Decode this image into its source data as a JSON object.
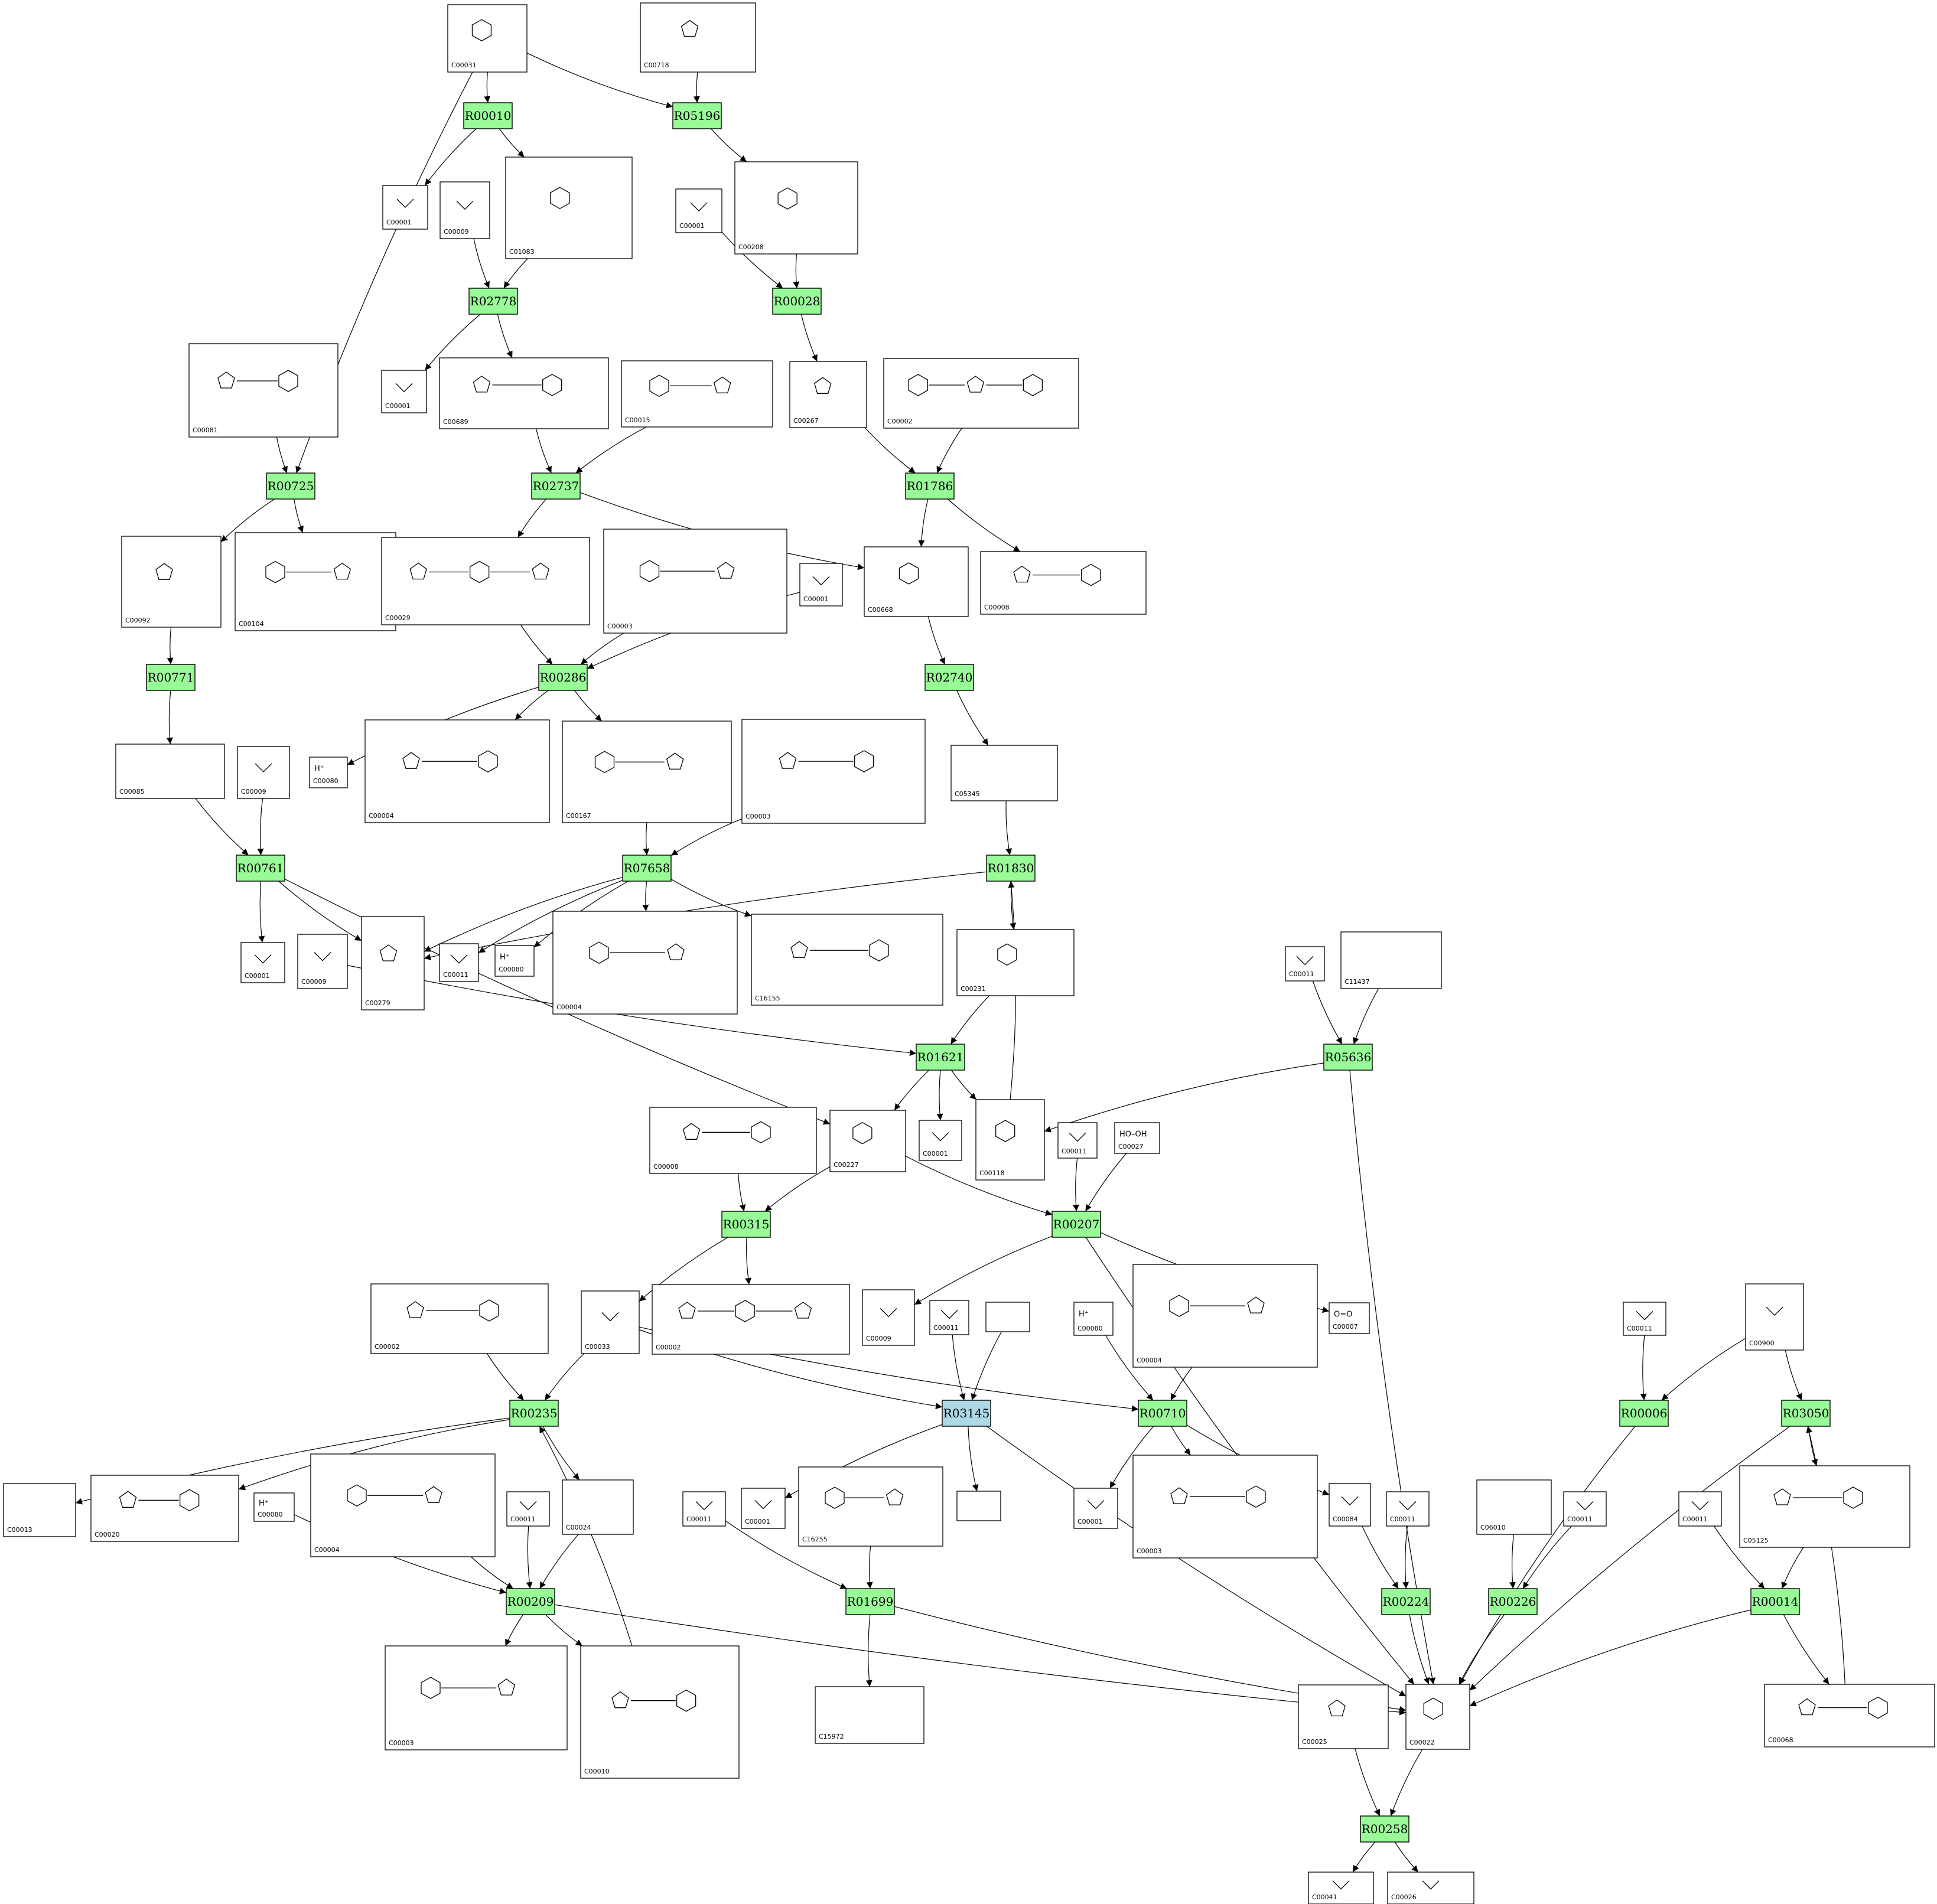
{
  "colors": {
    "reaction": "#98fb98",
    "reaction_highlight": "#add8e6",
    "edge": "#000000"
  },
  "reactions": [
    {
      "id": "R00010",
      "label": "R00010"
    },
    {
      "id": "R05196",
      "label": "R05196"
    },
    {
      "id": "R02778",
      "label": "R02778"
    },
    {
      "id": "R00028",
      "label": "R00028"
    },
    {
      "id": "R00725",
      "label": "R00725"
    },
    {
      "id": "R02737",
      "label": "R02737"
    },
    {
      "id": "R01786",
      "label": "R01786"
    },
    {
      "id": "R00771",
      "label": "R00771"
    },
    {
      "id": "R00286",
      "label": "R00286"
    },
    {
      "id": "R02740",
      "label": "R02740"
    },
    {
      "id": "R00761",
      "label": "R00761"
    },
    {
      "id": "R07658",
      "label": "R07658"
    },
    {
      "id": "R01830",
      "label": "R01830"
    },
    {
      "id": "R01621",
      "label": "R01621"
    },
    {
      "id": "R05636",
      "label": "R05636"
    },
    {
      "id": "R00315",
      "label": "R00315"
    },
    {
      "id": "R00207",
      "label": "R00207"
    },
    {
      "id": "R00235",
      "label": "R00235"
    },
    {
      "id": "R03145",
      "label": "R03145",
      "highlight": true
    },
    {
      "id": "R00710",
      "label": "R00710"
    },
    {
      "id": "R00006",
      "label": "R00006"
    },
    {
      "id": "R03050",
      "label": "R03050"
    },
    {
      "id": "R00209",
      "label": "R00209"
    },
    {
      "id": "R01699",
      "label": "R01699"
    },
    {
      "id": "R00224",
      "label": "R00224"
    },
    {
      "id": "R00226",
      "label": "R00226"
    },
    {
      "id": "R00014",
      "label": "R00014"
    },
    {
      "id": "R00258",
      "label": "R00258"
    }
  ],
  "compounds": [
    {
      "id": "c00031a",
      "cid": "C00031"
    },
    {
      "id": "c00718",
      "cid": "C00718"
    },
    {
      "id": "c00001a",
      "cid": "C00001"
    },
    {
      "id": "c00009a",
      "cid": "C00009"
    },
    {
      "id": "c01083",
      "cid": "C01083"
    },
    {
      "id": "c00001b",
      "cid": "C00001"
    },
    {
      "id": "c00208",
      "cid": "C00208"
    },
    {
      "id": "c00081",
      "cid": "C00081"
    },
    {
      "id": "c00001c",
      "cid": "C00001"
    },
    {
      "id": "c00689",
      "cid": "C00689"
    },
    {
      "id": "c00015",
      "cid": "C00015"
    },
    {
      "id": "c00267",
      "cid": "C00267"
    },
    {
      "id": "c00002a",
      "cid": "C00002"
    },
    {
      "id": "c00092",
      "cid": "C00092"
    },
    {
      "id": "c00104",
      "cid": "C00104"
    },
    {
      "id": "c00029",
      "cid": "C00029"
    },
    {
      "id": "c00003a",
      "cid": "C00003"
    },
    {
      "id": "c00001d",
      "cid": "C00001"
    },
    {
      "id": "c00668",
      "cid": "C00668"
    },
    {
      "id": "c00008a",
      "cid": "C00008"
    },
    {
      "id": "c00085",
      "cid": "C00085"
    },
    {
      "id": "c00009b",
      "cid": "C00009"
    },
    {
      "id": "c00080a",
      "cid": "C00080",
      "label": "H⁺"
    },
    {
      "id": "c00004a",
      "cid": "C00004"
    },
    {
      "id": "c00167",
      "cid": "C00167"
    },
    {
      "id": "c00003b",
      "cid": "C00003"
    },
    {
      "id": "c05345",
      "cid": "C05345"
    },
    {
      "id": "c00001e",
      "cid": "C00001"
    },
    {
      "id": "c00009c",
      "cid": "C00009"
    },
    {
      "id": "c00279",
      "cid": "C00279"
    },
    {
      "id": "c00011a",
      "cid": "C00011"
    },
    {
      "id": "c00080b",
      "cid": "C00080",
      "label": "H⁺"
    },
    {
      "id": "c00004b",
      "cid": "C00004"
    },
    {
      "id": "c16155",
      "cid": "C16155"
    },
    {
      "id": "c00231",
      "cid": "C00231"
    },
    {
      "id": "c00011b",
      "cid": "C00011"
    },
    {
      "id": "c11437",
      "cid": "C11437"
    },
    {
      "id": "c00008b",
      "cid": "C00008"
    },
    {
      "id": "c00227",
      "cid": "C00227"
    },
    {
      "id": "c00001f",
      "cid": "C00001"
    },
    {
      "id": "c00118",
      "cid": "C00118"
    },
    {
      "id": "c00011c",
      "cid": "C00011"
    },
    {
      "id": "c00027",
      "cid": "C00027",
      "label": "HO–OH"
    },
    {
      "id": "c00002b",
      "cid": "C00002"
    },
    {
      "id": "c00033",
      "cid": "C00033"
    },
    {
      "id": "c00002c",
      "cid": "C00002"
    },
    {
      "id": "c00009d",
      "cid": "C00009"
    },
    {
      "id": "c00011d",
      "cid": "C00011"
    },
    {
      "id": "cblank1",
      "cid": ""
    },
    {
      "id": "c00080c",
      "cid": "C00080",
      "label": "H⁺"
    },
    {
      "id": "c00004c",
      "cid": "C00004"
    },
    {
      "id": "c00007",
      "cid": "C00007",
      "label": "O=O"
    },
    {
      "id": "c00011e",
      "cid": "C00011"
    },
    {
      "id": "c00900",
      "cid": "C00900"
    },
    {
      "id": "c00013",
      "cid": "C00013"
    },
    {
      "id": "c00020",
      "cid": "C00020"
    },
    {
      "id": "c00004d",
      "cid": "C00004"
    },
    {
      "id": "c00080d",
      "cid": "C00080",
      "label": "H⁺"
    },
    {
      "id": "c00011f",
      "cid": "C00011"
    },
    {
      "id": "c00024",
      "cid": "C00024"
    },
    {
      "id": "c00011g",
      "cid": "C00011"
    },
    {
      "id": "c00001g",
      "cid": "C00001"
    },
    {
      "id": "c16255",
      "cid": "C16255"
    },
    {
      "id": "cblank2",
      "cid": ""
    },
    {
      "id": "c00001h",
      "cid": "C00001"
    },
    {
      "id": "c00003c",
      "cid": "C00003"
    },
    {
      "id": "c00084",
      "cid": "C00084"
    },
    {
      "id": "c00011h",
      "cid": "C00011"
    },
    {
      "id": "c06010",
      "cid": "C06010"
    },
    {
      "id": "c00011i",
      "cid": "C00011"
    },
    {
      "id": "c00011j",
      "cid": "C00011"
    },
    {
      "id": "c05125",
      "cid": "C05125"
    },
    {
      "id": "c00003d",
      "cid": "C00003"
    },
    {
      "id": "c00010",
      "cid": "C00010"
    },
    {
      "id": "c15972",
      "cid": "C15972"
    },
    {
      "id": "c00025",
      "cid": "C00025"
    },
    {
      "id": "c00022",
      "cid": "C00022"
    },
    {
      "id": "c00068",
      "cid": "C00068"
    },
    {
      "id": "c00041",
      "cid": "C00041"
    },
    {
      "id": "c00026",
      "cid": "C00026"
    }
  ],
  "edges": [
    [
      "c00031a",
      "R00010"
    ],
    [
      "c00031a",
      "R05196"
    ],
    [
      "c00718",
      "R05196"
    ],
    [
      "c00031a",
      "R00725"
    ],
    [
      "R00010",
      "c00001a"
    ],
    [
      "R00010",
      "c01083"
    ],
    [
      "R05196",
      "c00208"
    ],
    [
      "c00009a",
      "R02778"
    ],
    [
      "c01083",
      "R02778"
    ],
    [
      "c00001b",
      "R00028"
    ],
    [
      "c00208",
      "R00028"
    ],
    [
      "R02778",
      "c00001c"
    ],
    [
      "R02778",
      "c00689"
    ],
    [
      "R00028",
      "c00267"
    ],
    [
      "c00081",
      "R00725"
    ],
    [
      "c00689",
      "R02737"
    ],
    [
      "c00015",
      "R02737"
    ],
    [
      "c00267",
      "R01786"
    ],
    [
      "c00002a",
      "R01786"
    ],
    [
      "R00725",
      "c00092"
    ],
    [
      "R00725",
      "c00104"
    ],
    [
      "R02737",
      "c00029"
    ],
    [
      "R02737",
      "c00668"
    ],
    [
      "R01786",
      "c00668"
    ],
    [
      "R01786",
      "c00008a"
    ],
    [
      "c00092",
      "R00771"
    ],
    [
      "c00029",
      "R00286"
    ],
    [
      "c00003a",
      "R00286"
    ],
    [
      "c00001d",
      "R00286"
    ],
    [
      "c00668",
      "R02740"
    ],
    [
      "R00771",
      "c00085"
    ],
    [
      "R00286",
      "c00080a"
    ],
    [
      "R00286",
      "c00004a"
    ],
    [
      "R00286",
      "c00167"
    ],
    [
      "R02740",
      "c05345"
    ],
    [
      "c00085",
      "R00761"
    ],
    [
      "c00009b",
      "R00761"
    ],
    [
      "c00167",
      "R07658"
    ],
    [
      "c00003b",
      "R07658"
    ],
    [
      "c05345",
      "R01830"
    ],
    [
      "R00761",
      "c00001e"
    ],
    [
      "R00761",
      "c00279"
    ],
    [
      "R00761",
      "c00227"
    ],
    [
      "R07658",
      "c00279"
    ],
    [
      "R07658",
      "c00011a"
    ],
    [
      "R07658",
      "c00080b"
    ],
    [
      "R07658",
      "c00004b"
    ],
    [
      "R07658",
      "c16155"
    ],
    [
      "R01830",
      "c00279"
    ],
    [
      "R01830",
      "c00231"
    ],
    [
      "c00009c",
      "R01621"
    ],
    [
      "c00231",
      "R01621"
    ],
    [
      "c00011b",
      "R05636"
    ],
    [
      "c11437",
      "R05636"
    ],
    [
      "R01621",
      "c00227"
    ],
    [
      "R01621",
      "c00001f"
    ],
    [
      "R01621",
      "c00118"
    ],
    [
      "c00118",
      "R01830"
    ],
    [
      "R05636",
      "c00118"
    ],
    [
      "R05636",
      "c00022"
    ],
    [
      "c00008b",
      "R00315"
    ],
    [
      "c00227",
      "R00315"
    ],
    [
      "c00227",
      "R00207"
    ],
    [
      "c00011c",
      "R00207"
    ],
    [
      "c00027",
      "R00207"
    ],
    [
      "R00315",
      "c00033"
    ],
    [
      "R00315",
      "c00002c"
    ],
    [
      "R00207",
      "c00009d"
    ],
    [
      "R00207",
      "c00007"
    ],
    [
      "R00207",
      "c00022"
    ],
    [
      "c00002b",
      "R00235"
    ],
    [
      "c00033",
      "R00235"
    ],
    [
      "c00033",
      "R03145"
    ],
    [
      "c00033",
      "R00710"
    ],
    [
      "c00011d",
      "R03145"
    ],
    [
      "cblank1",
      "R03145"
    ],
    [
      "c00080c",
      "R00710"
    ],
    [
      "c00004c",
      "R00710"
    ],
    [
      "c00011e",
      "R00006"
    ],
    [
      "c00900",
      "R00006"
    ],
    [
      "c00900",
      "R03050"
    ],
    [
      "R00235",
      "c00013"
    ],
    [
      "R00235",
      "c00020"
    ],
    [
      "R00235",
      "c00024"
    ],
    [
      "R03145",
      "c00001g"
    ],
    [
      "R03145",
      "cblank2"
    ],
    [
      "R03145",
      "c00022"
    ],
    [
      "R00710",
      "c00001h"
    ],
    [
      "R00710",
      "c00003c"
    ],
    [
      "R00710",
      "c00084"
    ],
    [
      "R03050",
      "c05125"
    ],
    [
      "R03050",
      "c00022"
    ],
    [
      "R00006",
      "c00022"
    ],
    [
      "c00004d",
      "R00209"
    ],
    [
      "c00080d",
      "R00209"
    ],
    [
      "c00011f",
      "R00209"
    ],
    [
      "c00024",
      "R00209"
    ],
    [
      "c00011g",
      "R01699"
    ],
    [
      "c16255",
      "R01699"
    ],
    [
      "c00084",
      "R00224"
    ],
    [
      "c00011h",
      "R00224"
    ],
    [
      "c06010",
      "R00226"
    ],
    [
      "c00011i",
      "R00226"
    ],
    [
      "c00011j",
      "R00014"
    ],
    [
      "c05125",
      "R00014"
    ],
    [
      "R00209",
      "c00003d"
    ],
    [
      "R00209",
      "c00010"
    ],
    [
      "R00209",
      "c00022"
    ],
    [
      "c00010",
      "R00235"
    ],
    [
      "R01699",
      "c15972"
    ],
    [
      "R01699",
      "c00022"
    ],
    [
      "R00224",
      "c00022"
    ],
    [
      "R00226",
      "c00022"
    ],
    [
      "R00014",
      "c00022"
    ],
    [
      "R00014",
      "c00068"
    ],
    [
      "c00068",
      "R03050"
    ],
    [
      "c00025",
      "R00258"
    ],
    [
      "c00022",
      "R00258"
    ],
    [
      "R00258",
      "c00041"
    ],
    [
      "R00258",
      "c00026"
    ]
  ]
}
